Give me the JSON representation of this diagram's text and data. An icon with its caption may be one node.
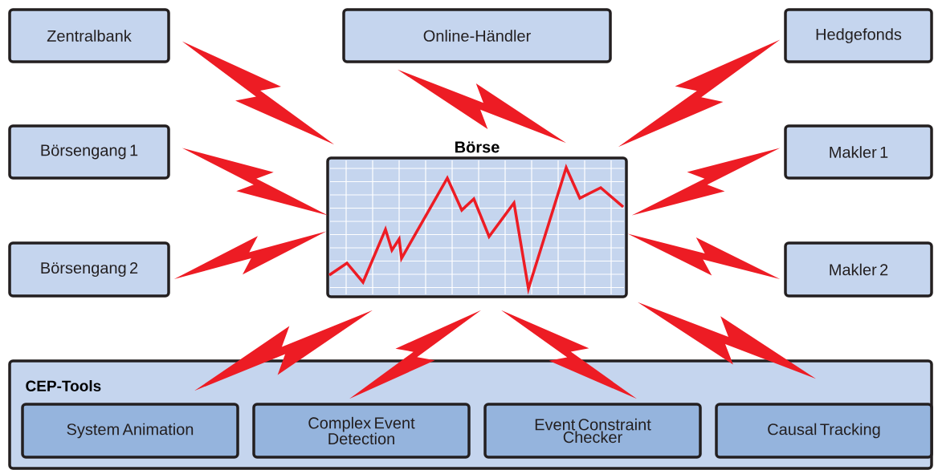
{
  "diagram": {
    "nodes": [
      {
        "text": [
          "Zentralbank"
        ]
      },
      {
        "text": [
          "Online-Händler"
        ]
      },
      {
        "text": [
          "Hedgefonds"
        ]
      },
      {
        "text": [
          "Börsengang 1"
        ]
      },
      {
        "text": [
          "Makler 1"
        ]
      },
      {
        "text": [
          "Börse"
        ]
      },
      {
        "text": [
          "Börsengang 2"
        ]
      },
      {
        "text": [
          "Makler 2"
        ]
      },
      {
        "text": [
          "CEP-Tools"
        ]
      },
      {
        "text": [
          "System Animation"
        ],
        "in": 8
      },
      {
        "text": [
          "Complex Event Detection"
        ],
        "in": 8
      },
      {
        "text": [
          "Event Constraint Checker"
        ],
        "in": 8
      },
      {
        "text": [
          "Causal Tracking"
        ],
        "in": 8
      }
    ],
    "edges": [
      {
        "from": 0,
        "to": 5,
        "arrow": "none"
      },
      {
        "from": 1,
        "to": 5,
        "arrow": "none"
      },
      {
        "from": 2,
        "to": 5,
        "arrow": "none"
      },
      {
        "from": 3,
        "to": 5,
        "arrow": "none"
      },
      {
        "from": 4,
        "to": 5,
        "arrow": "none"
      },
      {
        "from": 6,
        "to": 5,
        "arrow": "none"
      },
      {
        "from": 7,
        "to": 5,
        "arrow": "none"
      },
      {
        "from": 5,
        "to": 9,
        "arrow": "none"
      },
      {
        "from": 5,
        "to": 10,
        "arrow": "none"
      },
      {
        "from": 5,
        "to": 11,
        "arrow": "none"
      },
      {
        "from": 5,
        "to": 12,
        "arrow": "none"
      }
    ]
  }
}
